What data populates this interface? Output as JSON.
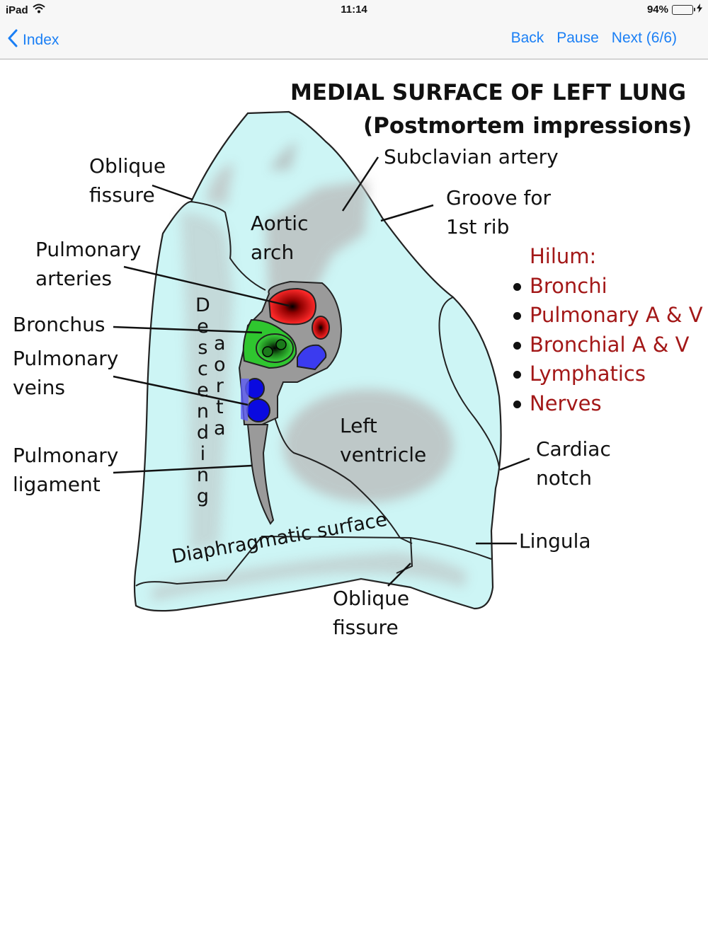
{
  "status": {
    "device": "iPad",
    "time": "11:14",
    "battery_text": "94%",
    "battery_level": 0.94
  },
  "nav": {
    "back_label": "Index",
    "actions": [
      "Back",
      "Pause",
      "Next (6/6)"
    ]
  },
  "diagram": {
    "title_line1": "MEDIAL SURFACE OF LEFT  LUNG",
    "title_line2": "(Postmortem impressions)",
    "labels": {
      "oblique_fissure_top_1": "Oblique",
      "oblique_fissure_top_2": "fissure",
      "subclavian_artery": "Subclavian artery",
      "groove_1": "Groove for",
      "groove_2": "1st rib",
      "aortic_1": "Aortic",
      "aortic_2": "arch",
      "pulm_arteries_1": "Pulmonary",
      "pulm_arteries_2": "arteries",
      "bronchus": "Bronchus",
      "pulm_veins_1": "Pulmonary",
      "pulm_veins_2": "veins",
      "pulm_ligament_1": "Pulmonary",
      "pulm_ligament_2": "ligament",
      "left_ventricle_1": "Left",
      "left_ventricle_2": "ventricle",
      "cardiac_notch_1": "Cardiac",
      "cardiac_notch_2": "notch",
      "lingula": "Lingula",
      "diaphragmatic_surface": "Diaphragmatic surface",
      "oblique_fissure_bottom_1": "Oblique",
      "oblique_fissure_bottom_2": "fissure",
      "descending": [
        "D",
        "e",
        "s",
        "c",
        "e",
        "n",
        "d",
        "i",
        "n",
        "g"
      ],
      "aorta": [
        "a",
        "o",
        "r",
        "t",
        "a"
      ]
    },
    "hilum": {
      "heading": "Hilum:",
      "items": [
        "Bronchi",
        "Pulmonary A & V",
        "Bronchial A & V",
        "Lymphatics",
        "Nerves"
      ]
    },
    "colors": {
      "lung_fill": "#cdf5f5",
      "impression_gray": "#b9b9b9",
      "hilum_gray": "#9a9a9a",
      "artery_red": "#e21d1d",
      "bronchus_green": "#2fc62f",
      "vein_blue": "#3b3bef",
      "hilum_text": "#a31818",
      "link_blue": "#1a7ff5"
    }
  }
}
